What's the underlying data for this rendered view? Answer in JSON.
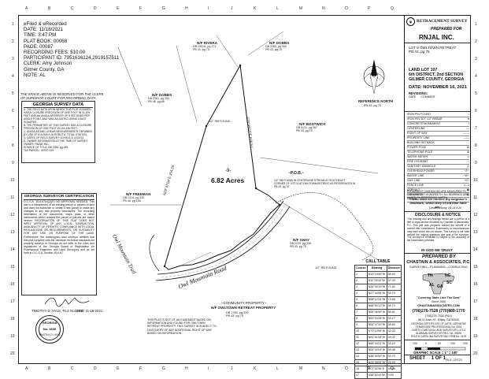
{
  "grid": {
    "top": [
      "A",
      "B",
      "C",
      "D",
      "E",
      "F",
      "G",
      "H",
      "I",
      "J",
      "K",
      "L",
      "M",
      "N",
      "O",
      "P",
      "Q"
    ],
    "side": [
      "1",
      "2",
      "3",
      "4",
      "5",
      "6",
      "7",
      "8",
      "9",
      "10",
      "11",
      "12",
      "13",
      "14",
      "15",
      "16",
      "17",
      "18",
      "19",
      "20"
    ]
  },
  "efile": {
    "lines": [
      "eFiled & eRecorded",
      "DATE: 11/18/2021",
      "TIME: 3:47 PM",
      "PLAT BOOK: 00068",
      "PAGE: 00087",
      "RECORDING FEES: $10.00",
      "PARTICIPANT ID: 7951616124,2919157511",
      "CLERK: Amy Johnson",
      "Gilmer County, GA",
      "NOTE: AL"
    ]
  },
  "clerk_note": "THE SPACE ABOVE IS RESERVED FOR THE CLERK OF SUPERIOR COURT FOR RECORDING DATA",
  "survey_data": {
    "title": "GEORGIA SURVEY DATA",
    "items": [
      "A. THE FIELD DATA UPON WHICH THIS PLAT IS BASED HAS A CLOSURE PRECISION OF ONE FOOT IN 31,199 FEET AND AN ANGULAR ERROR OF 5 SECONDS PER ANGLE POINT, AND WAS ADJUSTED USING LEAST SQUARES.",
      "B. THE PERIMETER OF THIS SURVEY HAS A CLOSURE PRECISION OF ONE FOOT IN 144,435 FEET.",
      "C. ANGULAR AND LINEAR MEASUREMENTS OBTAINED BY USE OF A SOKKIA 2A ROBOTIC TOTAL STATION.",
      "D. DATES OF FIELD SURVEY: 10/19/21 & 11/02/21",
      "E. OWNER INFORMATION AT THE TIME OF SURVEY: OWNER: RNJAL INC.",
      "SOURCE OF TITLE: DB 2296, pg 165",
      "TAX PARCEL: 3070C 029"
    ]
  },
  "surveyor_cert": {
    "title": "GEORGIA SURVEYOR CERTIFICATION",
    "body": "O.C.G.A. 15-6-67(c)(2)(E) NO APPROVAL NEEDED. This plat is a retracement of an existing parcel or parcels of land and does not subdivide or create a new parcel or make any changes to any real property boundaries. The recording information of the documents, maps, plats, or other instruments which created the parcel or parcels are stated hereon. RECORDATION OF THIS PLAT DOES NOT IMPLY APPROVAL OF ANY LOCAL JURISDICTION, AVAILABILITY OF PERMITS, COMPLIANCE WITH LOCAL REGULATIONS OR REQUIREMENTS, OR SUITABILITY FOR ANY USE OR PURPOSE OF THE LAND. Furthermore, the undersigned land surveyor certifies that this plat complies with the minimum technical standards for property surveys in Georgia as set forth in the rules and regulations of the Georgia Board of Registration for Professional Engineers and Land Surveyors and as set forth in O.C.G.A. Section 15-6-67.",
    "signature_caption": "TIMOTHY D. HYLE, RLS No. 3330",
    "date_caption": "DATE: 11-16-2021"
  },
  "seal": {
    "top": "GEORGIA",
    "middle": "No. 3330",
    "bottom": "TIMOTHY D. HYLE"
  },
  "map": {
    "owners": [
      {
        "name": "N/F RIVERA",
        "ref": "DB 2401A, pg 171\nPB 43, pg 75"
      },
      {
        "name": "N/F DOBBS",
        "ref": "DB 2360, pg 320\nPB 43, pg 75"
      },
      {
        "name": "N/F DOBBS",
        "ref": "DB 2361, pg 333\nPB 46, pg 86"
      },
      {
        "name": "N/F BOSTWICK",
        "ref": "DB 3131, pg 267\nPB 43, pg 75"
      },
      {
        "name": "N/F FREEMAN",
        "ref": "DB 1314, pg 335\nPB 46, pg 155"
      },
      {
        "name": "N/F SHAY",
        "ref": "DB 2220, pg 336\nPB 43, pg 75"
      }
    ],
    "acreage_label": "-9-",
    "acreage": "6.82 Acres",
    "bearing_1": "N20°47'04\"E 354.55'",
    "bearing_2": "S20°49'55\"E 626.51'",
    "road_1": "Owl Mountain Trail",
    "road_2": "Owl Mountain Road",
    "pob": "~P.O.B.~",
    "pob_note": "1/2\" RB FOUND IN CENTERLINE STREAM AT SOUTHEAST CORNER OF LOT 11 AT OWLTOWN RETREAT AS REFERENCED IN PB 43, pg 75",
    "rb_found": "1/2\" RB FOUND",
    "north_label": "REFERENCE NORTH",
    "north_ref": "PB 43, pg 75",
    "community_title": "~COMMUNITY PROPERTY~",
    "community_name": "N/F OWLTOWN RETREAT PROPERTY",
    "community_ref": "DB 1780, pg 200\nPB 43, pg 75",
    "disclaimer": "THIS PLAT IS NOT OF AN EASEMENT BASED ON INFORMATION AND FOUND FOR OWLTOWN RETREAT PROPERTY. THIS SURVEY IS SUBJECT TO DISCOVERY OF ANY ADDITIONAL RIGHT OF WAY BASED ON INFORMATION."
  },
  "call_table": {
    "title": "CALL TABLE",
    "headers": [
      "Course",
      "Bearing",
      "Distance"
    ],
    "rows": [
      [
        "1",
        "N10°19'46\"W",
        "85.40'"
      ],
      [
        "2",
        "N11°25'34\"W",
        "57.03'"
      ],
      [
        "3",
        "N34°05'15\"W",
        "71.84'"
      ],
      [
        "4",
        "N27°44'06\"W",
        "63.79'"
      ],
      [
        "5",
        "N58°12'34\"W",
        "73.68'"
      ],
      [
        "6",
        "N68°50'12\"W",
        "46.73'"
      ],
      [
        "7",
        "N55°06'59\"W",
        "56.81'"
      ],
      [
        "8",
        "N53°04'25\"W",
        "53.17'"
      ],
      [
        "9",
        "N54°47'29\"W",
        "38.84'"
      ],
      [
        "10",
        "N73°12'56\"W",
        "42.02'"
      ],
      [
        "11",
        "N81°51'08\"W",
        "49.02'"
      ],
      [
        "12",
        "N65°44'21\"W",
        "33.19'"
      ],
      [
        "13",
        "N54°32'03\"W",
        "59.08'"
      ],
      [
        "14",
        "N36°30'52\"W",
        "53.70'"
      ],
      [
        "15",
        "N29°28'05\"W",
        "29.93'"
      ],
      [
        "16",
        "N07°52'56\"E",
        "43.66'"
      ],
      [
        "17",
        "S58°30'43\"W",
        "9.59'"
      ]
    ]
  },
  "title_block": {
    "banner": "RETRACEMENT SURVEY",
    "prepared_for_label": "PREPARED FOR",
    "client": "RNJAL INC.",
    "lot_desc": "LOT 9 OWLTOWN RETREAT\nPB 43, pg 75",
    "land_lot": "LAND LOT 107",
    "district": "6th DISTRICT, 2nd SECTION",
    "county": "GILMER COUNTY, GEORGIA",
    "date_label": "DATE:",
    "date": "NOVEMBER 16, 2021",
    "revisions_label": "REVISIONS:",
    "revisions_cols": "DATE      COMMENT"
  },
  "legend": {
    "items": [
      [
        "IRON PIN FOUND",
        "○"
      ],
      [
        "IRON PIN SET 1/2\" REBAR",
        "●"
      ],
      [
        "CONCRETE MONUMENT",
        "▪"
      ],
      [
        "CENTERLINE",
        "—"
      ],
      [
        "RIGHT OF WAY",
        "— —"
      ],
      [
        "PROPERTY LINE",
        "——"
      ],
      [
        "BUILDING SETBACK",
        "- -"
      ],
      [
        "POWER POLE",
        "⊕"
      ],
      [
        "TELEPHONE POLE",
        "⊗"
      ],
      [
        "WATER METER",
        "◇"
      ],
      [
        "FIRE HYDRANT",
        "♁"
      ],
      [
        "SANITARY MANHOLE",
        "◎"
      ],
      [
        "OVERHEAD POWER",
        "~P~"
      ],
      [
        "WATER LINE",
        "~W~"
      ],
      [
        "GAS LINE",
        "~G~"
      ],
      [
        "FENCE LINE",
        "x—x"
      ],
      [
        "ASPHALT",
        "▦"
      ],
      [
        "CONCRETE",
        "▤"
      ],
      [
        "GRAVEL",
        "∴"
      ]
    ],
    "note": "PERMANENT DIMENSIONS ARE MEASURED TO THE NEAREST HUNDREDTH. ALL BEARINGS ARE BASED ON REFERENCE NORTH."
  },
  "quote": {
    "text": "\"Thou shalt not remove thy neighbor's landmark, which they of old time have set.\"",
    "cite": "Deuteronomy 19:14 KJV"
  },
  "disclosure": {
    "title": "DISCLOSURE & NOTICE",
    "body": "This drawing and any findings herein are a portion of a title or legal service rendered by Chastain & Associates, P.C. This plat was prepared without the benefit of a current title commitment. Easements or encumbrances may exist which are not shown. This survey is not valid without the original signature and seal of the surveyor. The surveyor's certificate is subject to the accuracy of the information provided.",
    "trust": "IN GOD WE TRUST"
  },
  "company": {
    "prepared_by": "PREPARED BY",
    "name": "CHASTAIN & ASSOCIATES, P.C.",
    "services": "SURVEYING—PLANNING—CONSULTING",
    "states": [
      "TN",
      "NC",
      "AL",
      "GA",
      "SC"
    ],
    "slogan": "\"Covering State Line The Dew\"",
    "since": "Since 1990",
    "web": "CHASTAINASSOCIATES.COM",
    "phones": "(706)276-7528  (770)889-1770",
    "fax": "(706)276-7530 (FAX)",
    "address": "88 N. Main St., Ellijay, GA 30540",
    "licenses": "GEORGIA CERTIFICATE OF AUTH. LSF000769\nTENNESSEE PROFESSIONAL No. 3331\nNORTH CAROLINA LAND SURVEYOR L-4713\nALABAMA SURVEYOR REG. No. 35198\nSOUTH CAROLINA SURVEYING FIRM No. 4193"
  },
  "scale": {
    "label": "GRAPHIC SCALE = 1\" = 100'",
    "ticks": [
      "100",
      "0",
      "50",
      "100",
      "200"
    ]
  },
  "sheet": {
    "label": "SHEET",
    "value": "1 OF 1",
    "file": "FILE: 22I723"
  }
}
